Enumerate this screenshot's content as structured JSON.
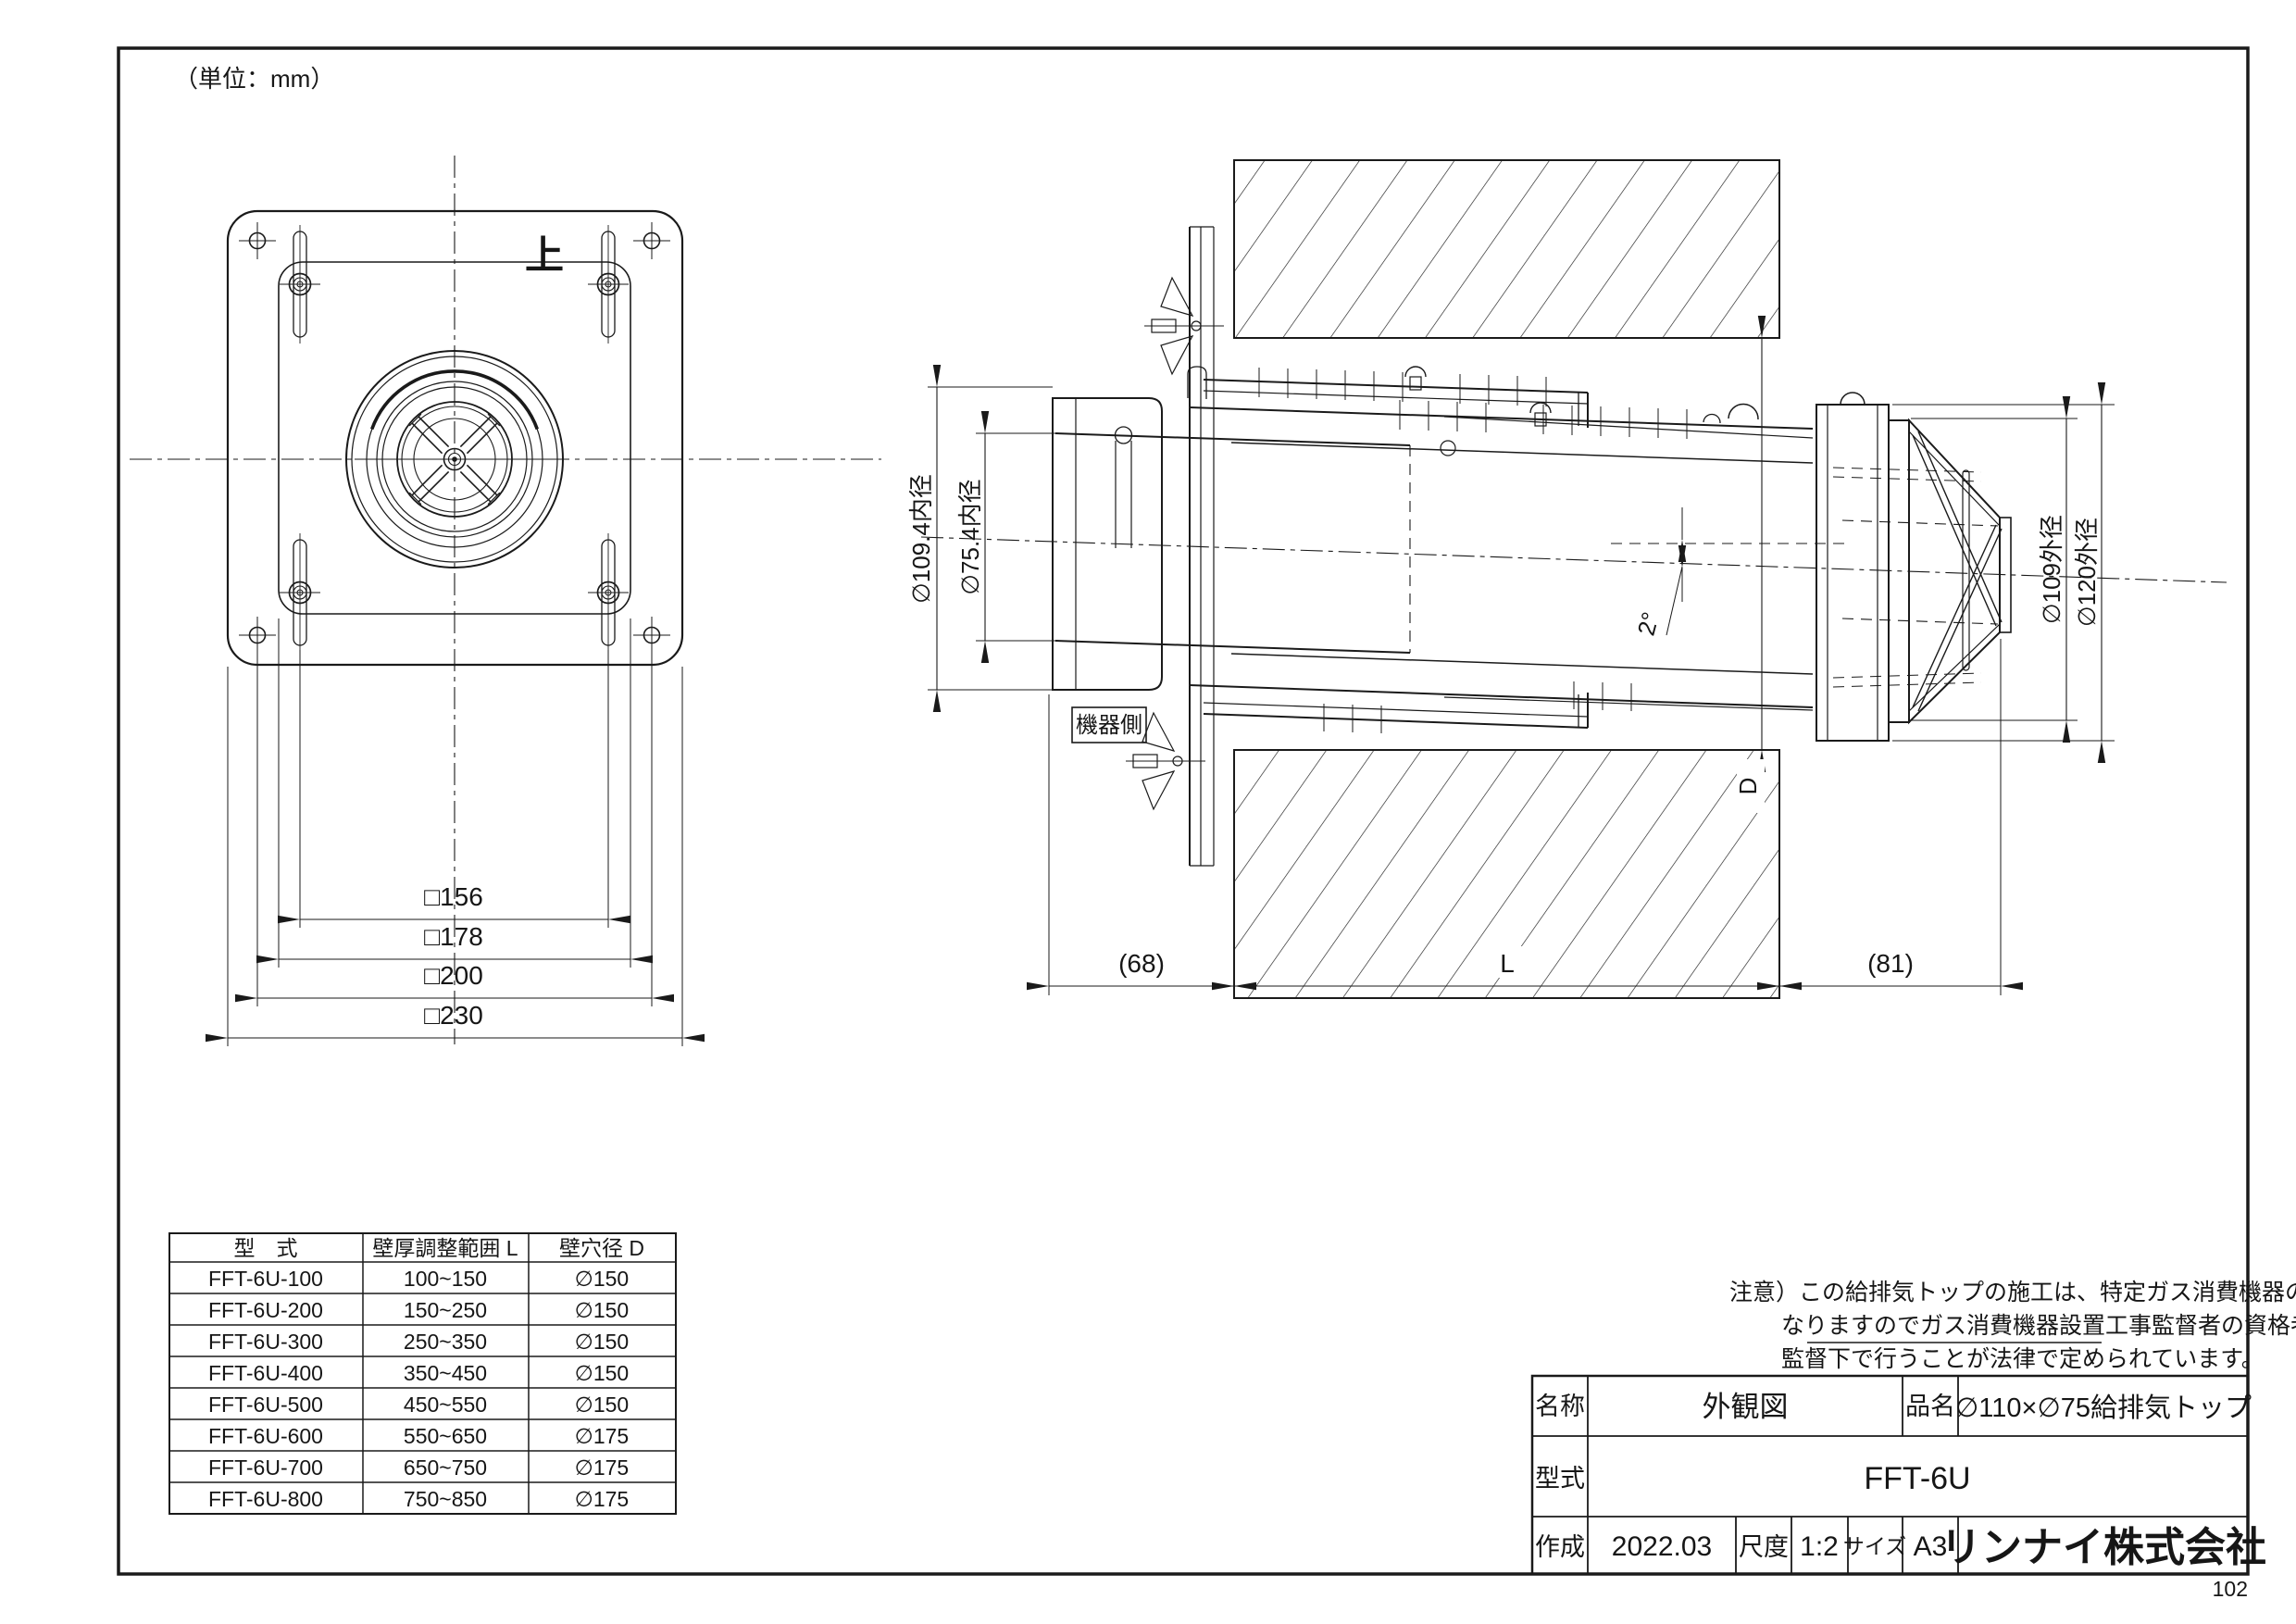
{
  "page": {
    "unit_label": "（単位：mm）",
    "page_number": "102"
  },
  "front_view": {
    "top_mark": "上",
    "dims": [
      "□156",
      "□178",
      "□200",
      "□230"
    ]
  },
  "side_view": {
    "labels": {
      "inner_dia_109": "∅109.4内径",
      "inner_dia_75": "∅75.4内径",
      "outer_dia_109": "∅109外径",
      "outer_dia_120": "∅120外径",
      "angle": "2°",
      "machine_side": "機器側",
      "dim_68": "(68)",
      "dim_L": "L",
      "dim_81": "(81)",
      "dim_D": "D"
    }
  },
  "note": {
    "lines": [
      "注意）この給排気トップの施工は、特定ガス消費機器の設置に",
      "なりますのでガス消費機器設置工事監督者の資格者の",
      "監督下で行うことが法律で定められています。"
    ]
  },
  "spec_table": {
    "headers": [
      "型　式",
      "壁厚調整範囲 L",
      "壁穴径 D"
    ],
    "rows": [
      [
        "FFT-6U-100",
        "100~150",
        "∅150"
      ],
      [
        "FFT-6U-200",
        "150~250",
        "∅150"
      ],
      [
        "FFT-6U-300",
        "250~350",
        "∅150"
      ],
      [
        "FFT-6U-400",
        "350~450",
        "∅150"
      ],
      [
        "FFT-6U-500",
        "450~550",
        "∅150"
      ],
      [
        "FFT-6U-600",
        "550~650",
        "∅175"
      ],
      [
        "FFT-6U-700",
        "650~750",
        "∅175"
      ],
      [
        "FFT-6U-800",
        "750~850",
        "∅175"
      ]
    ]
  },
  "title_block": {
    "name_label": "名称",
    "name_value": "外観図",
    "product_label": "品名",
    "product_value": "∅110×∅75給排気トップ",
    "model_label": "型式",
    "model_value": "FFT-6U",
    "created_label": "作成",
    "created_value": "2022.03",
    "scale_label": "尺度",
    "scale_value": "1:2",
    "size_label": "サイズ",
    "size_value": "A3",
    "company": "リンナイ株式会社"
  }
}
